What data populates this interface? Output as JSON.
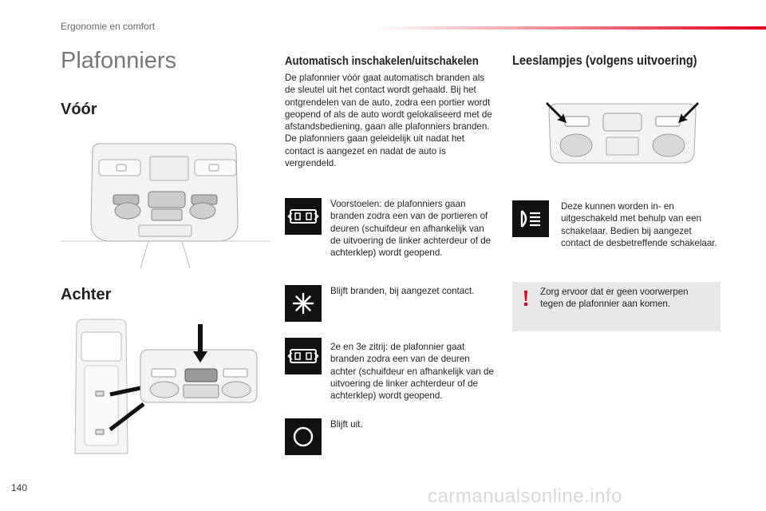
{
  "header": {
    "section": "Ergonomie en comfort"
  },
  "left": {
    "title": "Plafonniers",
    "front_heading": "Vóór",
    "rear_heading": "Achter"
  },
  "middle": {
    "heading": "Automatisch inschakelen/uitschakelen",
    "intro": "De plafonnier vóór gaat automatisch branden als de sleutel uit het contact wordt gehaald. Bij het ontgrendelen van de auto, zodra een portier wordt geopend of als de auto wordt gelokaliseerd met de afstandsbediening, gaan alle plafonniers branden. De plafonniers gaan geleidelijk uit nadat het contact is aangezet en nadat de auto is vergrendeld.",
    "items": [
      {
        "icon": "door-car-icon",
        "text": "Voorstoelen: de plafonniers gaan branden zodra een van de portieren of deuren (schuifdeur en afhankelijk van de uitvoering de linker achterdeur of de achterklep) wordt geopend."
      },
      {
        "icon": "sun-light-icon",
        "text": "Blijft branden, bij aangezet contact."
      },
      {
        "icon": "door-car-icon",
        "text": "2e en 3e zitrij: de plafonnier gaat branden zodra een van de deuren achter (schuifdeur en afhankelijk van de uitvoering de linker achterdeur of de achterklep) wordt geopend."
      },
      {
        "icon": "circle-off-icon",
        "text": "Blijft uit."
      }
    ]
  },
  "right": {
    "heading": "Leeslampjes (volgens uitvoering)",
    "reading_text": "Deze kunnen worden in- en uitgeschakeld met behulp van een schakelaar. Bedien bij aangezet contact de desbetreffende schakelaar.",
    "warning_text": "Zorg ervoor dat er geen voorwerpen tegen de plafonnier aan komen."
  },
  "footer": {
    "page_number": "140",
    "watermark": "carmanualsonline.info"
  },
  "colors": {
    "accent": "#e2001a",
    "icon_bg": "#111111",
    "note_bg": "#e8e8e8"
  }
}
